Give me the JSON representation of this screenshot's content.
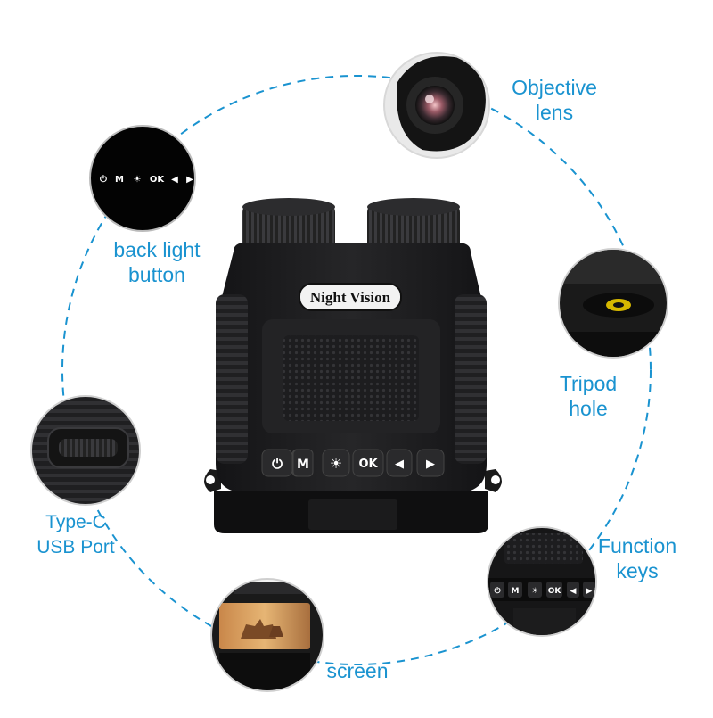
{
  "product": {
    "name_label": "Night Vision",
    "buttons": [
      "⏻",
      "M",
      "☀",
      "OK",
      "◀",
      "▶"
    ]
  },
  "callouts": {
    "objective_lens": {
      "line1": "Objective",
      "line2": "lens"
    },
    "back_light": {
      "line1": "back light",
      "line2": "button"
    },
    "tripod_hole": {
      "line1": "Tripod",
      "line2": "hole"
    },
    "type_c": {
      "line1": "Type-C",
      "line2": "USB Port"
    },
    "function_keys": {
      "line1": "Function",
      "line2": "keys"
    },
    "screen": {
      "line1": "screen"
    }
  },
  "colors": {
    "accent": "#1a93d0",
    "body": "#1c1c1e",
    "dark": "#0a0a0a"
  }
}
